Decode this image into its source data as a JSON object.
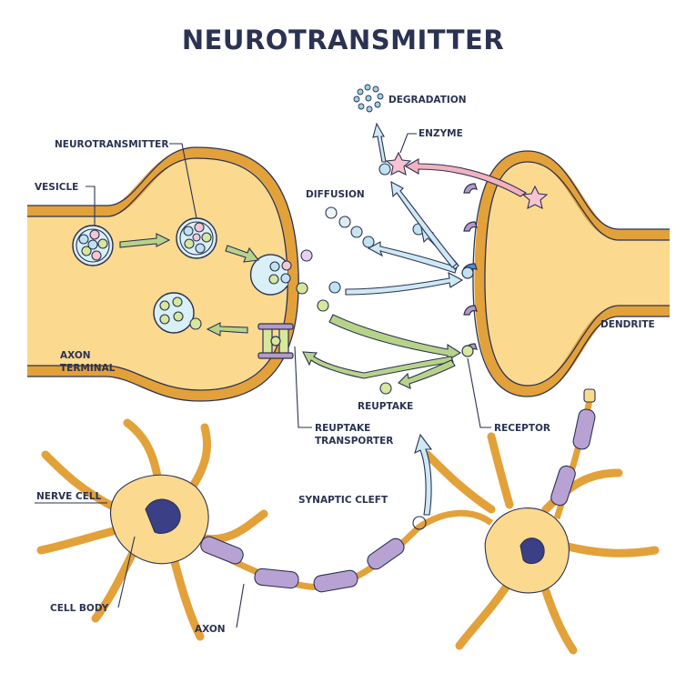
{
  "title": "NEUROTRANSMITTER",
  "labels": {
    "neurotransmitter": "NEUROTRANSMITTER",
    "vesicle": "VESICLE",
    "diffusion": "DIFFUSION",
    "degradation": "DEGRADATION",
    "enzyme": "ENZYME",
    "axon_terminal_1": "AXON",
    "axon_terminal_2": "TERMINAL",
    "dendrite": "DENDRITE",
    "reuptake": "REUPTAKE",
    "receptor": "RECEPTOR",
    "reuptake_transporter_1": "REUPTAKE",
    "reuptake_transporter_2": "TRANSPORTER",
    "nerve_cell": "NERVE CELL",
    "synaptic_cleft": "SYNAPTIC CLEFT",
    "cell_body": "CELL BODY",
    "axon": "AXON"
  },
  "colors": {
    "membrane": "#e3a13a",
    "cytoplasm": "#fbd98f",
    "blue_molecule": "#bfe3f1",
    "green_molecule": "#d7e79b",
    "pink_molecule": "#f4c6d3",
    "enzyme": "#f7c3cf",
    "receptor_purple": "#b69ac6",
    "myelin": "#b7a2d3",
    "outline": "#2b3252"
  }
}
